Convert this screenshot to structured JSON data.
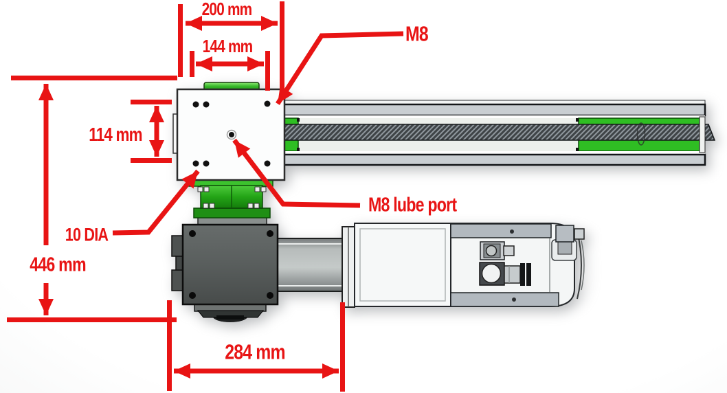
{
  "figure": {
    "type": "engineering-drawing",
    "view": "plan view of belt-driven linear actuator with right-angle gearbox and motor"
  },
  "labels": {
    "dim_200": "200 mm",
    "dim_144": "144 mm",
    "dim_114": "114 mm",
    "dim_446": "446 mm",
    "dim_284": "284 mm",
    "thread": "M8",
    "lube_port": "M8 lube port",
    "hole_dia": "10 DIA"
  },
  "colors": {
    "annotation_red": "#e81414",
    "machine_green": "#2fbe23",
    "gearbox_gray": "#595e5d",
    "rail_gray": "#c9ced2",
    "belt_dark": "#3e4346",
    "body_white": "#f6f8f8"
  }
}
